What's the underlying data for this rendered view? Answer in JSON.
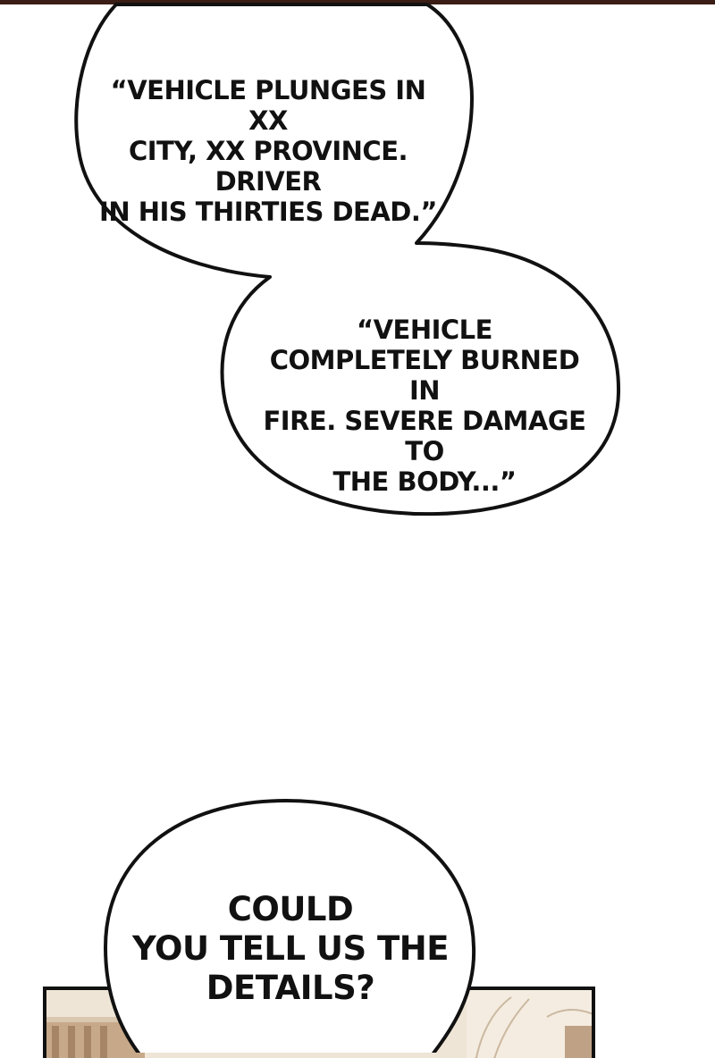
{
  "bubbles": [
    {
      "text": "“VEHICLE PLUNGES IN XX\nCITY, XX PROVINCE. DRIVER\nIN HIS THIRTIES DEAD.”"
    },
    {
      "text": "“VEHICLE\nCOMPLETELY BURNED IN\nFIRE. SEVERE DAMAGE TO\nTHE BODY...”"
    },
    {
      "text": "COULD\nYOU TELL US THE\nDETAILS?"
    }
  ],
  "colors": {
    "page_background": "#ffffff",
    "bubble_fill": "#ffffff",
    "bubble_outline": "#111111",
    "top_border": "#3a1d14",
    "panel_tone": "#e9dccb"
  }
}
